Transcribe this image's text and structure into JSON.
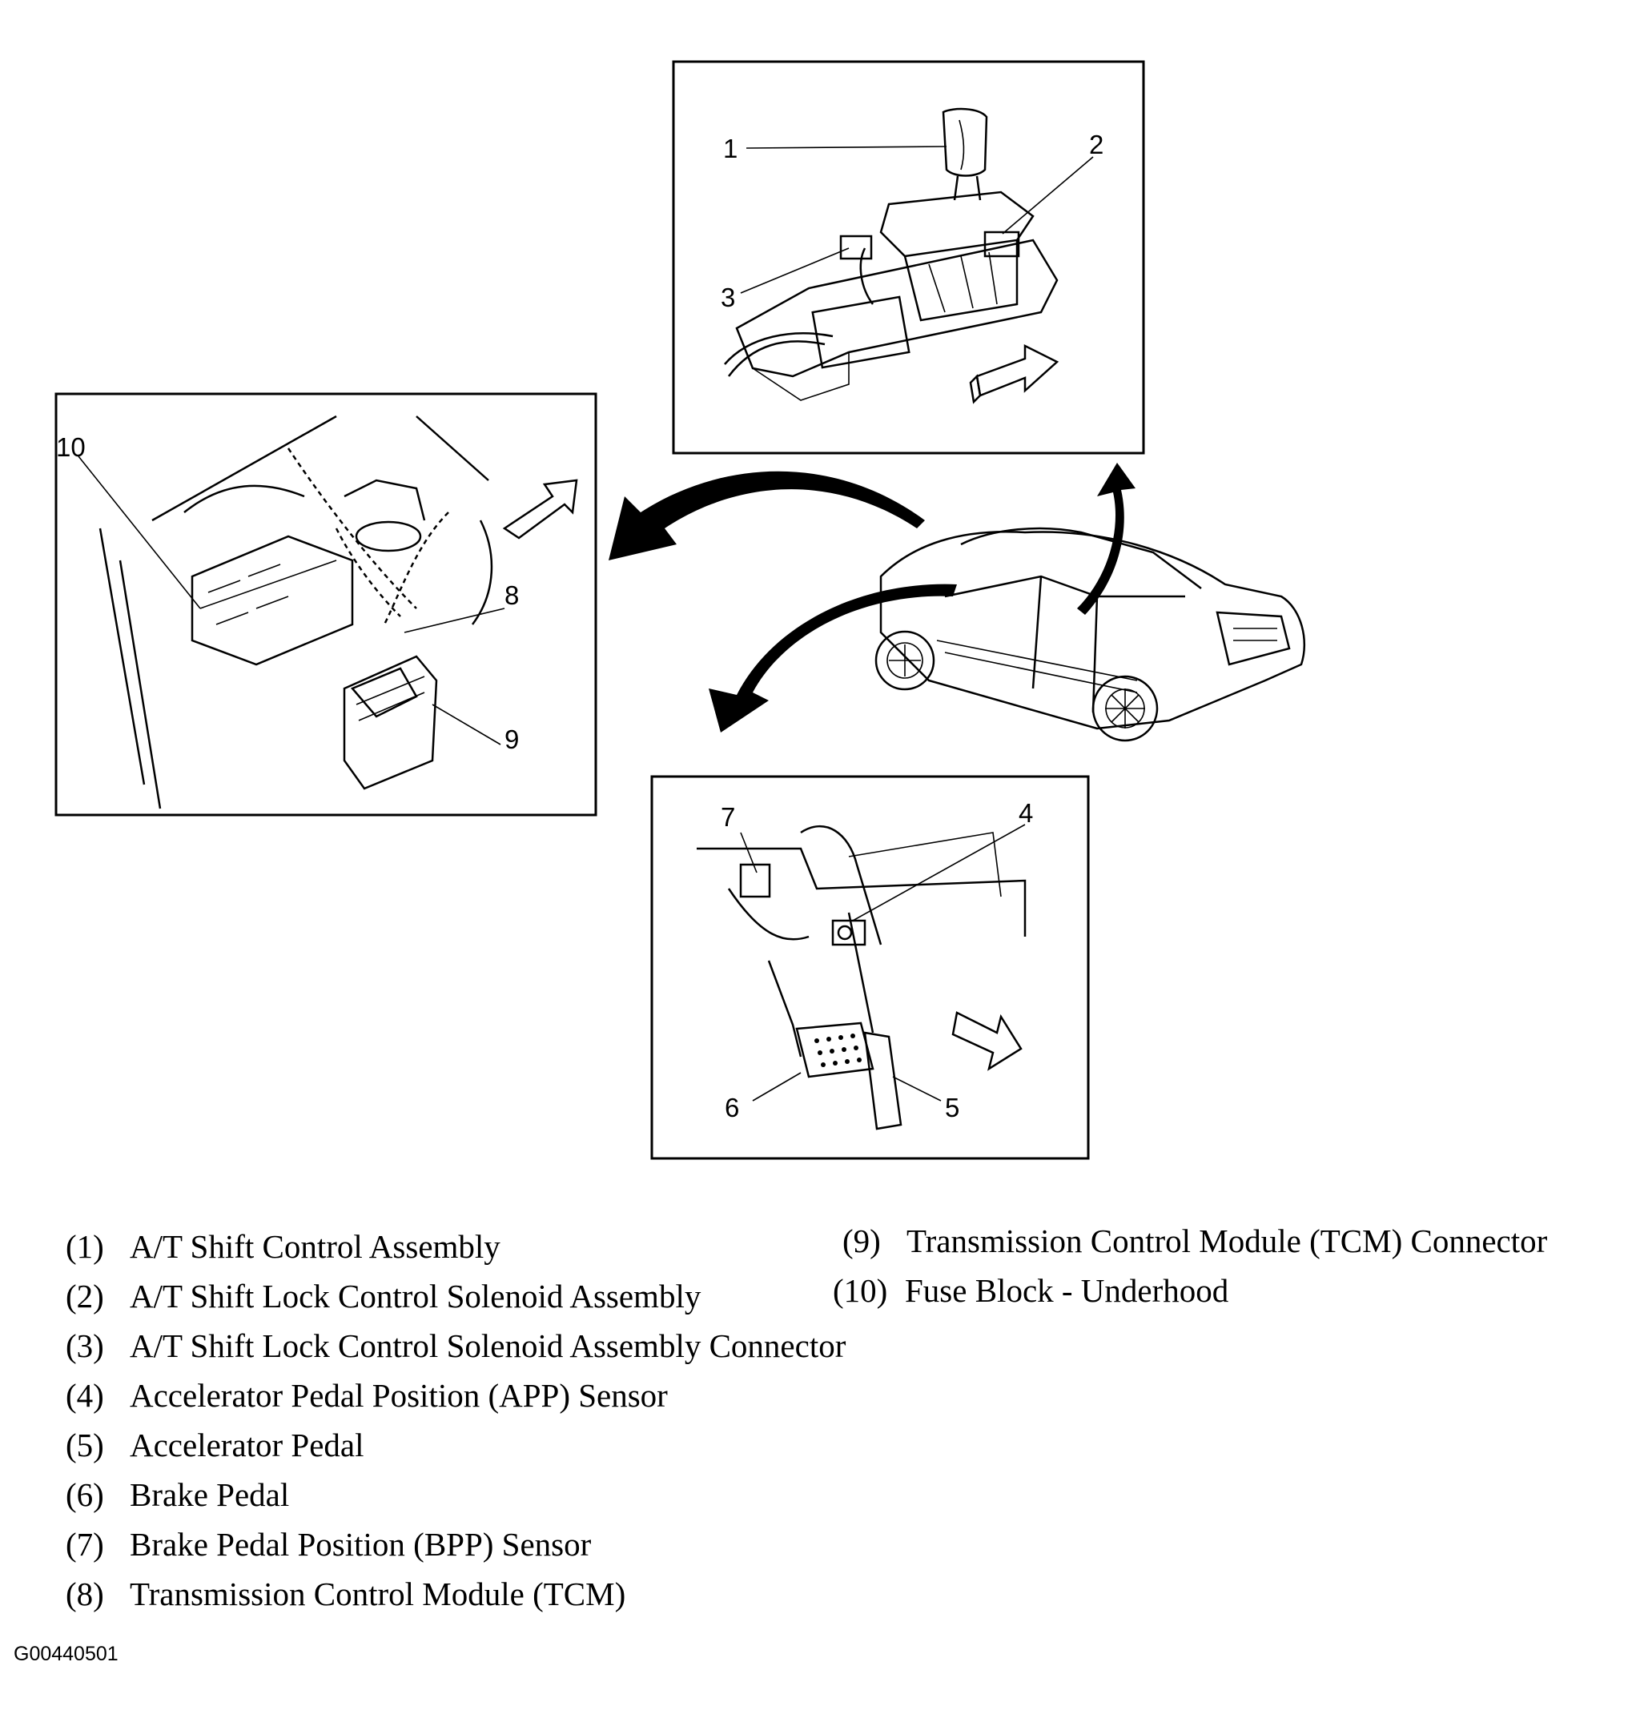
{
  "callouts": {
    "c1": "1",
    "c2": "2",
    "c3": "3",
    "c4": "4",
    "c5": "5",
    "c6": "6",
    "c7": "7",
    "c8": "8",
    "c9": "9",
    "c10": "10"
  },
  "legend": [
    {
      "num": "(1)",
      "text": "A/T Shift Control Assembly"
    },
    {
      "num": "(2)",
      "text": "A/T Shift Lock Control Solenoid Assembly"
    },
    {
      "num": "(3)",
      "text": "A/T Shift Lock Control Solenoid Assembly Connector"
    },
    {
      "num": "(4)",
      "text": "Accelerator Pedal Position (APP) Sensor"
    },
    {
      "num": "(5)",
      "text": "Accelerator Pedal"
    },
    {
      "num": "(6)",
      "text": "Brake Pedal"
    },
    {
      "num": "(7)",
      "text": "Brake Pedal Position (BPP) Sensor"
    },
    {
      "num": "(8)",
      "text": "Transmission Control Module (TCM)"
    },
    {
      "num": "(9)",
      "text": "Transmission Control Module (TCM) Connector"
    },
    {
      "num": "(10)",
      "text": "Fuse Block - Underhood"
    }
  ],
  "figure_code": "G00440501"
}
